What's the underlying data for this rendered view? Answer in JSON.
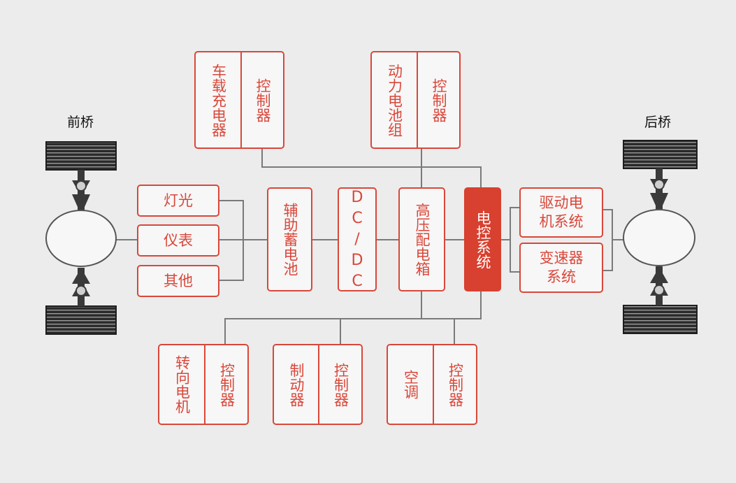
{
  "axles": {
    "front": "前桥",
    "rear": "后桥"
  },
  "top_boxes": [
    {
      "left": "车载充电器",
      "right": "控制器"
    },
    {
      "left": "动力电池组",
      "right": "控制器"
    }
  ],
  "left_boxes": [
    "灯光",
    "仪表",
    "其他"
  ],
  "middle_boxes": {
    "aux_battery": "辅助蓄电池",
    "dcdc": [
      "D",
      "C",
      "/",
      "D",
      "C"
    ],
    "hv_box": "高压配电箱",
    "ecu": "电控系统"
  },
  "right_boxes": [
    {
      "line1": "驱动电",
      "line2": "机系统"
    },
    {
      "line1": "变速器",
      "line2": "系统"
    }
  ],
  "bottom_boxes": [
    {
      "left": "转向电机",
      "right": "控制器"
    },
    {
      "left": "制动器",
      "right": "控制器"
    },
    {
      "left": "空调",
      "right": "控制器"
    }
  ],
  "colors": {
    "accent": "#d9473a",
    "ecu_fill": "#d8402f",
    "line": "#7a7a7a"
  }
}
